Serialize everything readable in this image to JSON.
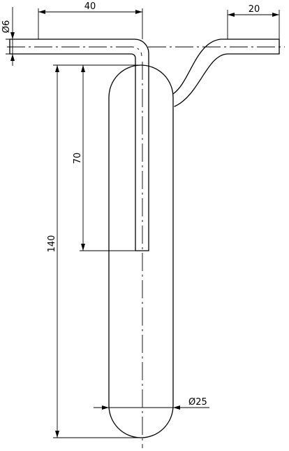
{
  "diagram": {
    "dimensions": {
      "pipe_diameter": "Ø6",
      "horizontal_length": "40",
      "right_leg_length": "20",
      "inner_height": "70",
      "total_height": "140",
      "chamber_diameter": "Ø25"
    }
  }
}
